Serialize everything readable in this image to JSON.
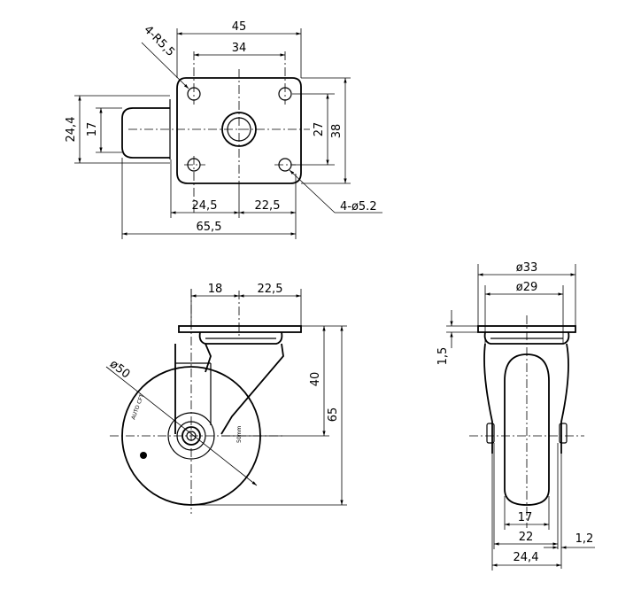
{
  "top_view": {
    "dim_45": "45",
    "dim_34": "34",
    "dim_r": "4-R5,5",
    "dim_24_4": "24,4",
    "dim_17": "17",
    "dim_27": "27",
    "dim_38": "38",
    "dim_24_5": "24,5",
    "dim_22_5": "22,5",
    "dim_hole": "4-ø5.2",
    "dim_65_5": "65,5"
  },
  "side_view": {
    "dim_18": "18",
    "dim_22_5": "22,5",
    "dim_dia50": "ø50",
    "dim_40": "40",
    "dim_65": "65",
    "wheel_brand": "AUTO CFT",
    "wheel_size": "50mm"
  },
  "front_view": {
    "dim_dia33": "ø33",
    "dim_dia29": "ø29",
    "dim_1_5": "1,5",
    "dim_17": "17",
    "dim_22": "22",
    "dim_1_2": "1,2",
    "dim_24_4": "24,4"
  }
}
